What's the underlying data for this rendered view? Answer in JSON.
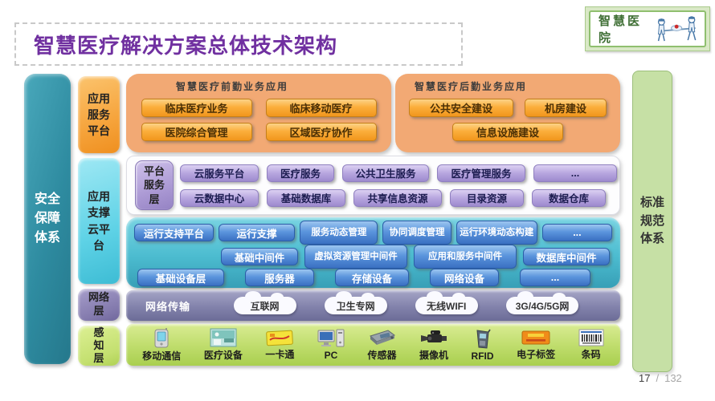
{
  "title": "智慧医疗解决方案总体技术架构",
  "logo": {
    "text": "智慧医院"
  },
  "left_bar": {
    "label": "安全保障体系"
  },
  "right_bar": {
    "label": "标准规范体系"
  },
  "layers": {
    "app_service": "应用服务平台",
    "app_support_cloud": "应用支撑云平台",
    "network": "网络层",
    "perception": "感知层"
  },
  "frontend_apps": {
    "header": "智慧医疗前勤业务应用",
    "buttons": [
      "临床医疗业务",
      "临床移动医疗",
      "医院综合管理",
      "区域医疗协作"
    ]
  },
  "backend_apps": {
    "header": "智慧医疗后勤业务应用",
    "buttons": [
      "公共安全建设",
      "机房建设",
      "信息设施建设"
    ]
  },
  "platform_layer": {
    "label": "平台服务层",
    "row1": [
      "云服务平台",
      "医疗服务",
      "公共卫生服务",
      "医疗管理服务",
      "..."
    ],
    "row2": [
      "云数据中心",
      "基础数据库",
      "共享信息资源",
      "目录资源",
      "数据仓库"
    ]
  },
  "support_layer": {
    "row1": [
      "运行支持平台",
      "运行支撑",
      "服务动态管理",
      "协同调度管理",
      "运行环境动态构建",
      "..."
    ],
    "row2": [
      "基础中间件",
      "虚拟资源管理中间件",
      "应用和服务中间件",
      "数据库中间件"
    ],
    "row3": [
      "基础设备层",
      "服务器",
      "存储设备",
      "网络设备",
      "..."
    ]
  },
  "network_layer": {
    "label": "网络传输",
    "clouds": [
      "互联网",
      "卫生专网",
      "无线WIFI",
      "3G/4G/5G网"
    ]
  },
  "perception_layer": {
    "devices": [
      {
        "icon": "mobile-phone-icon",
        "label": "移动通信"
      },
      {
        "icon": "medical-equipment-icon",
        "label": "医疗设备"
      },
      {
        "icon": "smart-card-icon",
        "label": "一卡通"
      },
      {
        "icon": "pc-icon",
        "label": "PC"
      },
      {
        "icon": "sensor-icon",
        "label": "传感器"
      },
      {
        "icon": "video-camera-icon",
        "label": "摄像机"
      },
      {
        "icon": "rfid-reader-icon",
        "label": "RFID"
      },
      {
        "icon": "electronic-tag-icon",
        "label": "电子标签"
      },
      {
        "icon": "barcode-icon",
        "label": "条码"
      }
    ]
  },
  "footer": {
    "page_current": "17",
    "separator": "/",
    "page_total": "132"
  },
  "colors": {
    "title_text": "#7030a0",
    "security_bar": "#2e8ba0",
    "app_orange": "#f2a974",
    "button_orange": "#fbae3c",
    "button_purple": "#b7a6df",
    "support_cyan": "#4cbcd0",
    "button_blue": "#5b95dd",
    "network_purple": "#8282ab",
    "perception_green": "#bedc6b",
    "standard_bar_green": "#c6e0a5"
  }
}
